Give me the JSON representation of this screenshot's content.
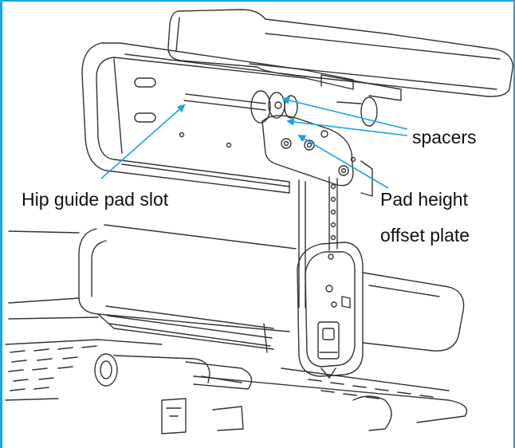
{
  "labels": {
    "spacers": "spacers",
    "hip_guide_pad_slot": "Hip guide pad slot",
    "pad_height_line1": "Pad height",
    "pad_height_line2": "offset plate"
  },
  "colors": {
    "frame_border": "#1aa3e8",
    "arrow": "#1aa3e8",
    "line_art": "#333333",
    "background": "#ffffff"
  }
}
